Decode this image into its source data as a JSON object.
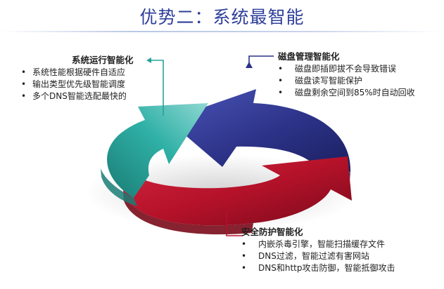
{
  "title": "优势二：系统最智能",
  "blocks": {
    "top_left": {
      "heading": "系统运行智能化",
      "items": [
        "系统性能根据硬件自适应",
        "输出类型优先级智能调度",
        "多个DNS智能选配最快的"
      ]
    },
    "top_right": {
      "heading": "磁盘管理智能化",
      "items": [
        "磁盘即插即拔不会导致错误",
        "磁盘读写智能保护",
        "磁盘剩余空间到85%时自动回收"
      ]
    },
    "bottom": {
      "heading": "安全防护智能化",
      "items": [
        "内嵌杀毒引擎，智能扫描缓存文件",
        "DNS过滤，智能过滤有害网站",
        "DNS和http攻击防御，智能抵御攻击"
      ]
    }
  },
  "bullet": "•",
  "colors": {
    "title": "#2f3f9a",
    "arrow_blue": "#2c3287",
    "arrow_red": "#b5122a",
    "arrow_teal": "#2aa59c",
    "leader_teal": "#27a39b",
    "leader_blue": "#2c3287",
    "leader_red": "#b5122a"
  }
}
